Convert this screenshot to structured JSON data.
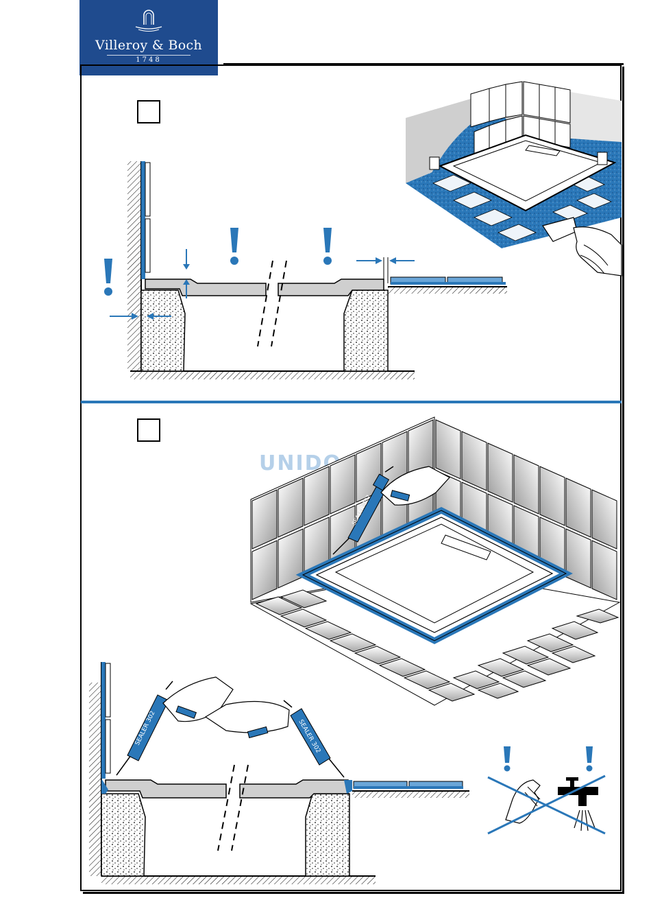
{
  "header": {
    "brand_name": "Villeroy & Boch",
    "brand_year": "1748"
  },
  "watermark": {
    "text": "UNIDO"
  },
  "step1": {
    "warning_marks": [
      "!",
      "!",
      "!"
    ]
  },
  "step2": {
    "cartridge_label": "SEALER 302",
    "warning_marks": [
      "!",
      "!"
    ]
  },
  "colors": {
    "brand_blue": "#1f4b8e",
    "accent_blue": "#2a77b8",
    "light_blue": "#6aa6d8",
    "tray_grey": "#cfcfcf",
    "black": "#000000"
  },
  "icons": [
    "logo-tap-icon",
    "warning-icon",
    "hand-icon",
    "sealant-gun-icon",
    "water-tap-icon",
    "cross-icon"
  ]
}
